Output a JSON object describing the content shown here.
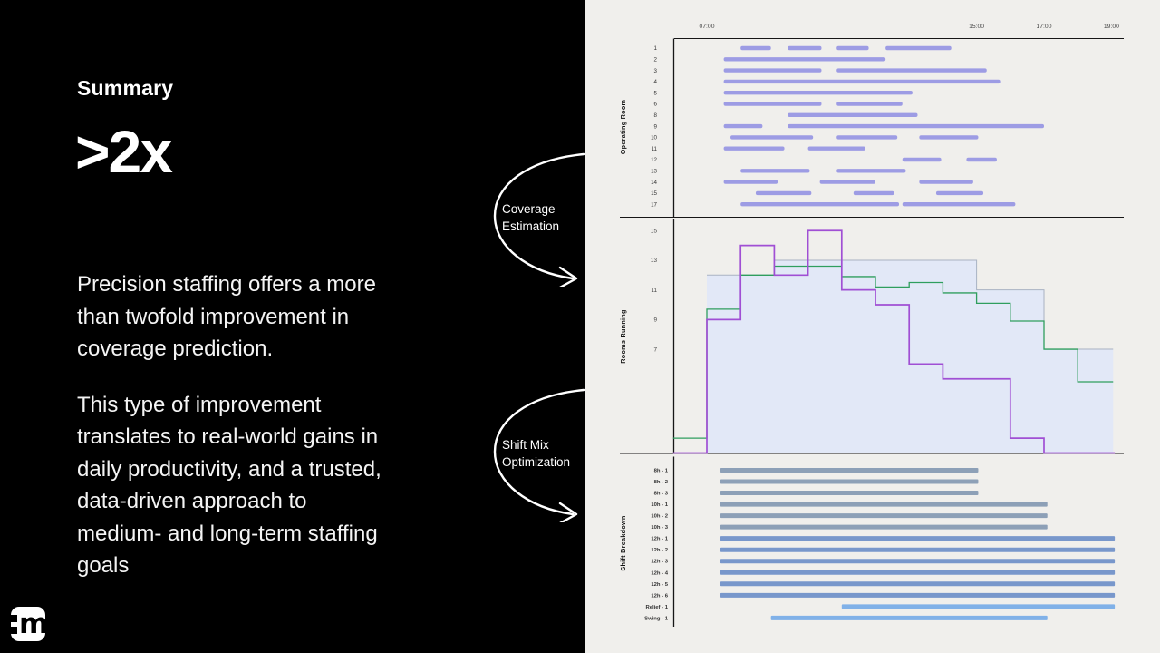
{
  "slide": {
    "summary_label": "Summary",
    "headline_stat": ">2x",
    "paragraph_1": "Precision staffing offers a more\nthan twofold improvement in\ncoverage prediction.",
    "paragraph_2": "This type of improvement\ntranslates to real-world gains in\ndaily productivity, and a trusted,\ndata-driven approach to\nmedium- and long-term staffing\ngoals",
    "logo_letter": "m"
  },
  "annotations": [
    {
      "label": "Coverage\nEstimation"
    },
    {
      "label": "Shift Mix\nOptimization"
    }
  ],
  "colors": {
    "left_bg": "#000000",
    "chart_bg": "#f0efec",
    "axis": "#161616",
    "tick_text": "#444444",
    "label_text": "#111111",
    "gantt_bar": "#9d9ce4",
    "area_fill": "#e2e8f7",
    "area_edge": "#a9b2c2",
    "line_green": "#2f9e5e",
    "line_purple": "#a04fd4",
    "shift_8h_10h_bar": "#8da0b7",
    "shift_12h_bar": "#7897cb",
    "shift_relief_swing_bar": "#80b1e8",
    "text_white": "#ffffff"
  },
  "chart_data": [
    {
      "type": "bar",
      "subtype": "gantt",
      "ylabel": "Operating Room",
      "xlim_hours": [
        6.0,
        19.5
      ],
      "x_ticks": [
        {
          "label": "07:00",
          "hour": 7
        },
        {
          "label": "15:00",
          "hour": 15
        },
        {
          "label": "17:00",
          "hour": 17
        },
        {
          "label": "19:00",
          "hour": 19
        }
      ],
      "rows": [
        {
          "label": "1",
          "bars": [
            [
              8.0,
              8.9
            ],
            [
              9.4,
              10.4
            ],
            [
              10.85,
              11.8
            ],
            [
              12.3,
              14.25
            ]
          ]
        },
        {
          "label": "2",
          "bars": [
            [
              7.5,
              12.3
            ]
          ]
        },
        {
          "label": "3",
          "bars": [
            [
              7.5,
              10.4
            ],
            [
              10.85,
              15.3
            ]
          ]
        },
        {
          "label": "4",
          "bars": [
            [
              7.5,
              15.7
            ]
          ]
        },
        {
          "label": "5",
          "bars": [
            [
              7.5,
              13.1
            ]
          ]
        },
        {
          "label": "6",
          "bars": [
            [
              7.5,
              10.4
            ],
            [
              10.85,
              12.8
            ]
          ]
        },
        {
          "label": "8",
          "bars": [
            [
              9.4,
              13.25
            ]
          ]
        },
        {
          "label": "9",
          "bars": [
            [
              7.5,
              8.65
            ],
            [
              9.4,
              17.0
            ]
          ]
        },
        {
          "label": "10",
          "bars": [
            [
              7.7,
              10.15
            ],
            [
              10.85,
              12.65
            ],
            [
              13.3,
              15.05
            ]
          ]
        },
        {
          "label": "11",
          "bars": [
            [
              7.5,
              9.3
            ],
            [
              10.0,
              11.7
            ]
          ]
        },
        {
          "label": "12",
          "bars": [
            [
              12.8,
              13.95
            ],
            [
              14.7,
              15.6
            ]
          ]
        },
        {
          "label": "13",
          "bars": [
            [
              8.0,
              10.05
            ],
            [
              10.85,
              12.9
            ]
          ]
        },
        {
          "label": "14",
          "bars": [
            [
              7.5,
              9.1
            ],
            [
              10.35,
              12.0
            ],
            [
              13.3,
              14.9
            ]
          ]
        },
        {
          "label": "15",
          "bars": [
            [
              8.45,
              10.1
            ],
            [
              11.35,
              12.55
            ],
            [
              13.8,
              15.2
            ]
          ]
        },
        {
          "label": "17",
          "bars": [
            [
              8.0,
              12.7
            ],
            [
              12.8,
              16.15
            ]
          ]
        }
      ]
    },
    {
      "type": "area",
      "subtype": "step",
      "ylabel": "Rooms Running",
      "y_ticks": [
        15,
        13,
        11,
        9,
        7
      ],
      "ylim": [
        0,
        15.6
      ],
      "xlim_hours": [
        6.0,
        19.5
      ],
      "area": {
        "name": "light-blue-band",
        "steps": [
          [
            7,
            12
          ],
          [
            9,
            13
          ],
          [
            15,
            11
          ],
          [
            17,
            7
          ]
        ],
        "end_hour": 19.05
      },
      "lines": [
        {
          "name": "green-step-line",
          "color_key": "line_green",
          "steps": [
            [
              6,
              1
            ],
            [
              7,
              9.7
            ],
            [
              8,
              12
            ],
            [
              9,
              12.6
            ],
            [
              11,
              11.9
            ],
            [
              12,
              11.2
            ],
            [
              13,
              11.5
            ],
            [
              14,
              10.8
            ],
            [
              15,
              10.1
            ],
            [
              16,
              8.9
            ],
            [
              17,
              7.0
            ],
            [
              18,
              4.8
            ]
          ],
          "end_hour": 19.05
        },
        {
          "name": "purple-step-line",
          "color_key": "line_purple",
          "steps": [
            [
              6,
              0
            ],
            [
              7,
              9
            ],
            [
              8,
              14
            ],
            [
              9,
              12
            ],
            [
              10,
              15
            ],
            [
              11,
              11
            ],
            [
              12,
              10
            ],
            [
              13,
              6
            ],
            [
              14,
              5
            ],
            [
              16,
              1
            ],
            [
              17,
              0
            ]
          ],
          "end_hour": 19.1
        }
      ]
    },
    {
      "type": "bar",
      "subtype": "gantt",
      "ylabel": "Shift Breakdown",
      "xlim_hours": [
        6.0,
        19.5
      ],
      "rows": [
        {
          "label": "8h - 1",
          "bar": [
            7.4,
            15.05
          ],
          "color_key": "shift_8h_10h_bar"
        },
        {
          "label": "8h - 2",
          "bar": [
            7.4,
            15.05
          ],
          "color_key": "shift_8h_10h_bar"
        },
        {
          "label": "8h - 3",
          "bar": [
            7.4,
            15.05
          ],
          "color_key": "shift_8h_10h_bar"
        },
        {
          "label": "10h - 1",
          "bar": [
            7.4,
            17.1
          ],
          "color_key": "shift_8h_10h_bar"
        },
        {
          "label": "10h - 2",
          "bar": [
            7.4,
            17.1
          ],
          "color_key": "shift_8h_10h_bar"
        },
        {
          "label": "10h - 3",
          "bar": [
            7.4,
            17.1
          ],
          "color_key": "shift_8h_10h_bar"
        },
        {
          "label": "12h - 1",
          "bar": [
            7.4,
            19.1
          ],
          "color_key": "shift_12h_bar"
        },
        {
          "label": "12h - 2",
          "bar": [
            7.4,
            19.1
          ],
          "color_key": "shift_12h_bar"
        },
        {
          "label": "12h - 3",
          "bar": [
            7.4,
            19.1
          ],
          "color_key": "shift_12h_bar"
        },
        {
          "label": "12h - 4",
          "bar": [
            7.4,
            19.1
          ],
          "color_key": "shift_12h_bar"
        },
        {
          "label": "12h - 5",
          "bar": [
            7.4,
            19.1
          ],
          "color_key": "shift_12h_bar"
        },
        {
          "label": "12h - 6",
          "bar": [
            7.4,
            19.1
          ],
          "color_key": "shift_12h_bar"
        },
        {
          "label": "Relief - 1",
          "bar": [
            11.0,
            19.1
          ],
          "color_key": "shift_relief_swing_bar"
        },
        {
          "label": "Swing - 1",
          "bar": [
            8.9,
            17.1
          ],
          "color_key": "shift_relief_swing_bar"
        }
      ]
    }
  ]
}
